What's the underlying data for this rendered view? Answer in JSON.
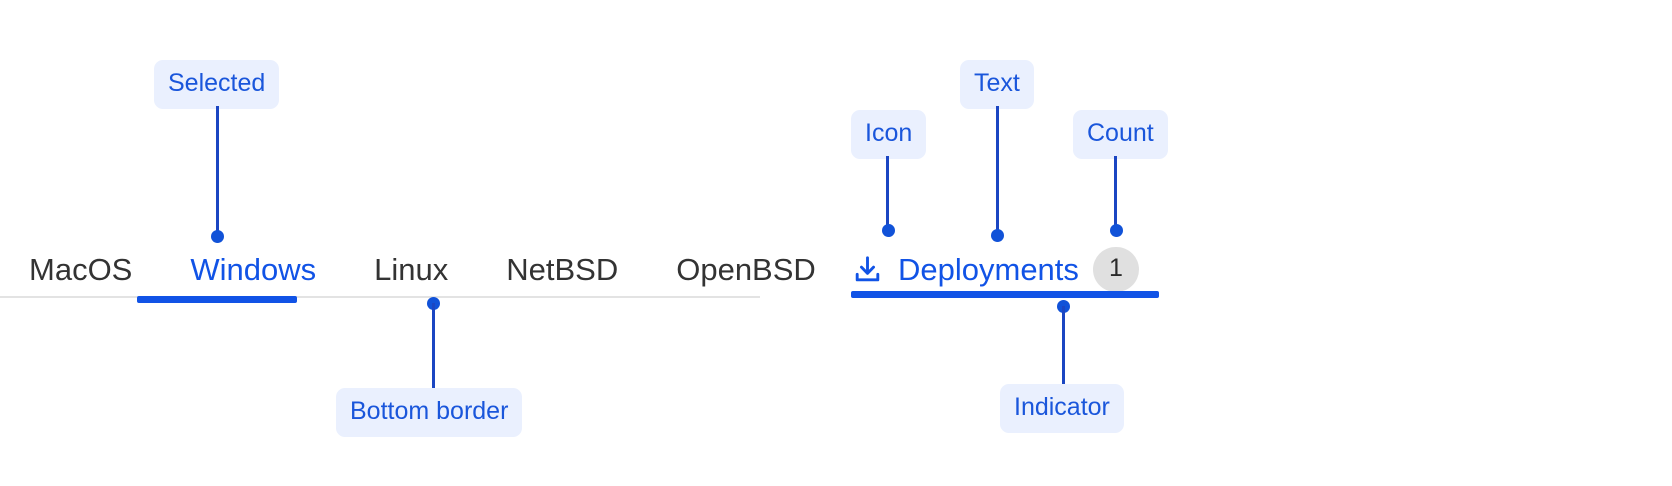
{
  "left_tabs": {
    "name": "os-tab-bar",
    "items": [
      {
        "label": "MacOS",
        "selected": false
      },
      {
        "label": "Windows",
        "selected": true
      },
      {
        "label": "Linux",
        "selected": false
      },
      {
        "label": "NetBSD",
        "selected": false
      },
      {
        "label": "OpenBSD",
        "selected": false
      }
    ],
    "annotations": {
      "selected": "Selected",
      "bottom_border": "Bottom border"
    }
  },
  "right_tab": {
    "icon": "download-icon",
    "label": "Deployments",
    "count": "1",
    "annotations": {
      "icon": "Icon",
      "text": "Text",
      "count": "Count",
      "indicator": "Indicator"
    }
  },
  "colors": {
    "accent": "#1153e6",
    "callout_bg": "#eaf0fe",
    "callout_text": "#1a56db",
    "leader_line": "#1b46c2",
    "tab_text": "#333333",
    "border": "#e3e3e3",
    "badge_bg": "#e0e0e0",
    "badge_text": "#2b2b2b"
  }
}
